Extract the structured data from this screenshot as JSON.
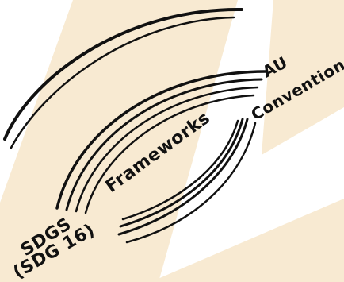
{
  "colors": {
    "background": "#ffffff",
    "band": "#f8ead2",
    "stroke": "#111111"
  },
  "labels": {
    "frameworks": "Frameworks",
    "au_line1": "AU",
    "au_line2": "Convention",
    "sdgs_line1": "SDGS",
    "sdgs_line2": "(SDG 16)"
  }
}
